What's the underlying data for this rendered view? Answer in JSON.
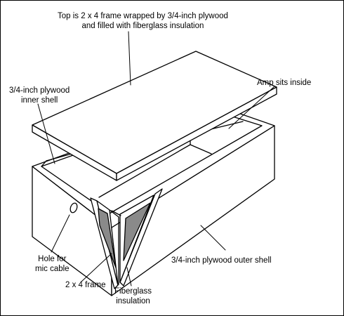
{
  "colors": {
    "line": "#000000",
    "panel": "#ffffff",
    "insulation": "#8a8a8a",
    "border": "#000000"
  },
  "callouts": {
    "top": [
      "Top is 2 x 4 frame wrapped by 3/4-inch plywood",
      "and filled with fiberglass insulation"
    ],
    "inner_shell": [
      "3/4-inch plywood",
      "inner shell"
    ],
    "amp": [
      "Amp sits inside"
    ],
    "hole": [
      "Hole for",
      "mic cable"
    ],
    "frame": [
      "2 x 4 frame"
    ],
    "insulation": [
      "Fiberglass",
      "insulation"
    ],
    "outer_shell": [
      "3/4-inch plywood outer shell"
    ]
  }
}
